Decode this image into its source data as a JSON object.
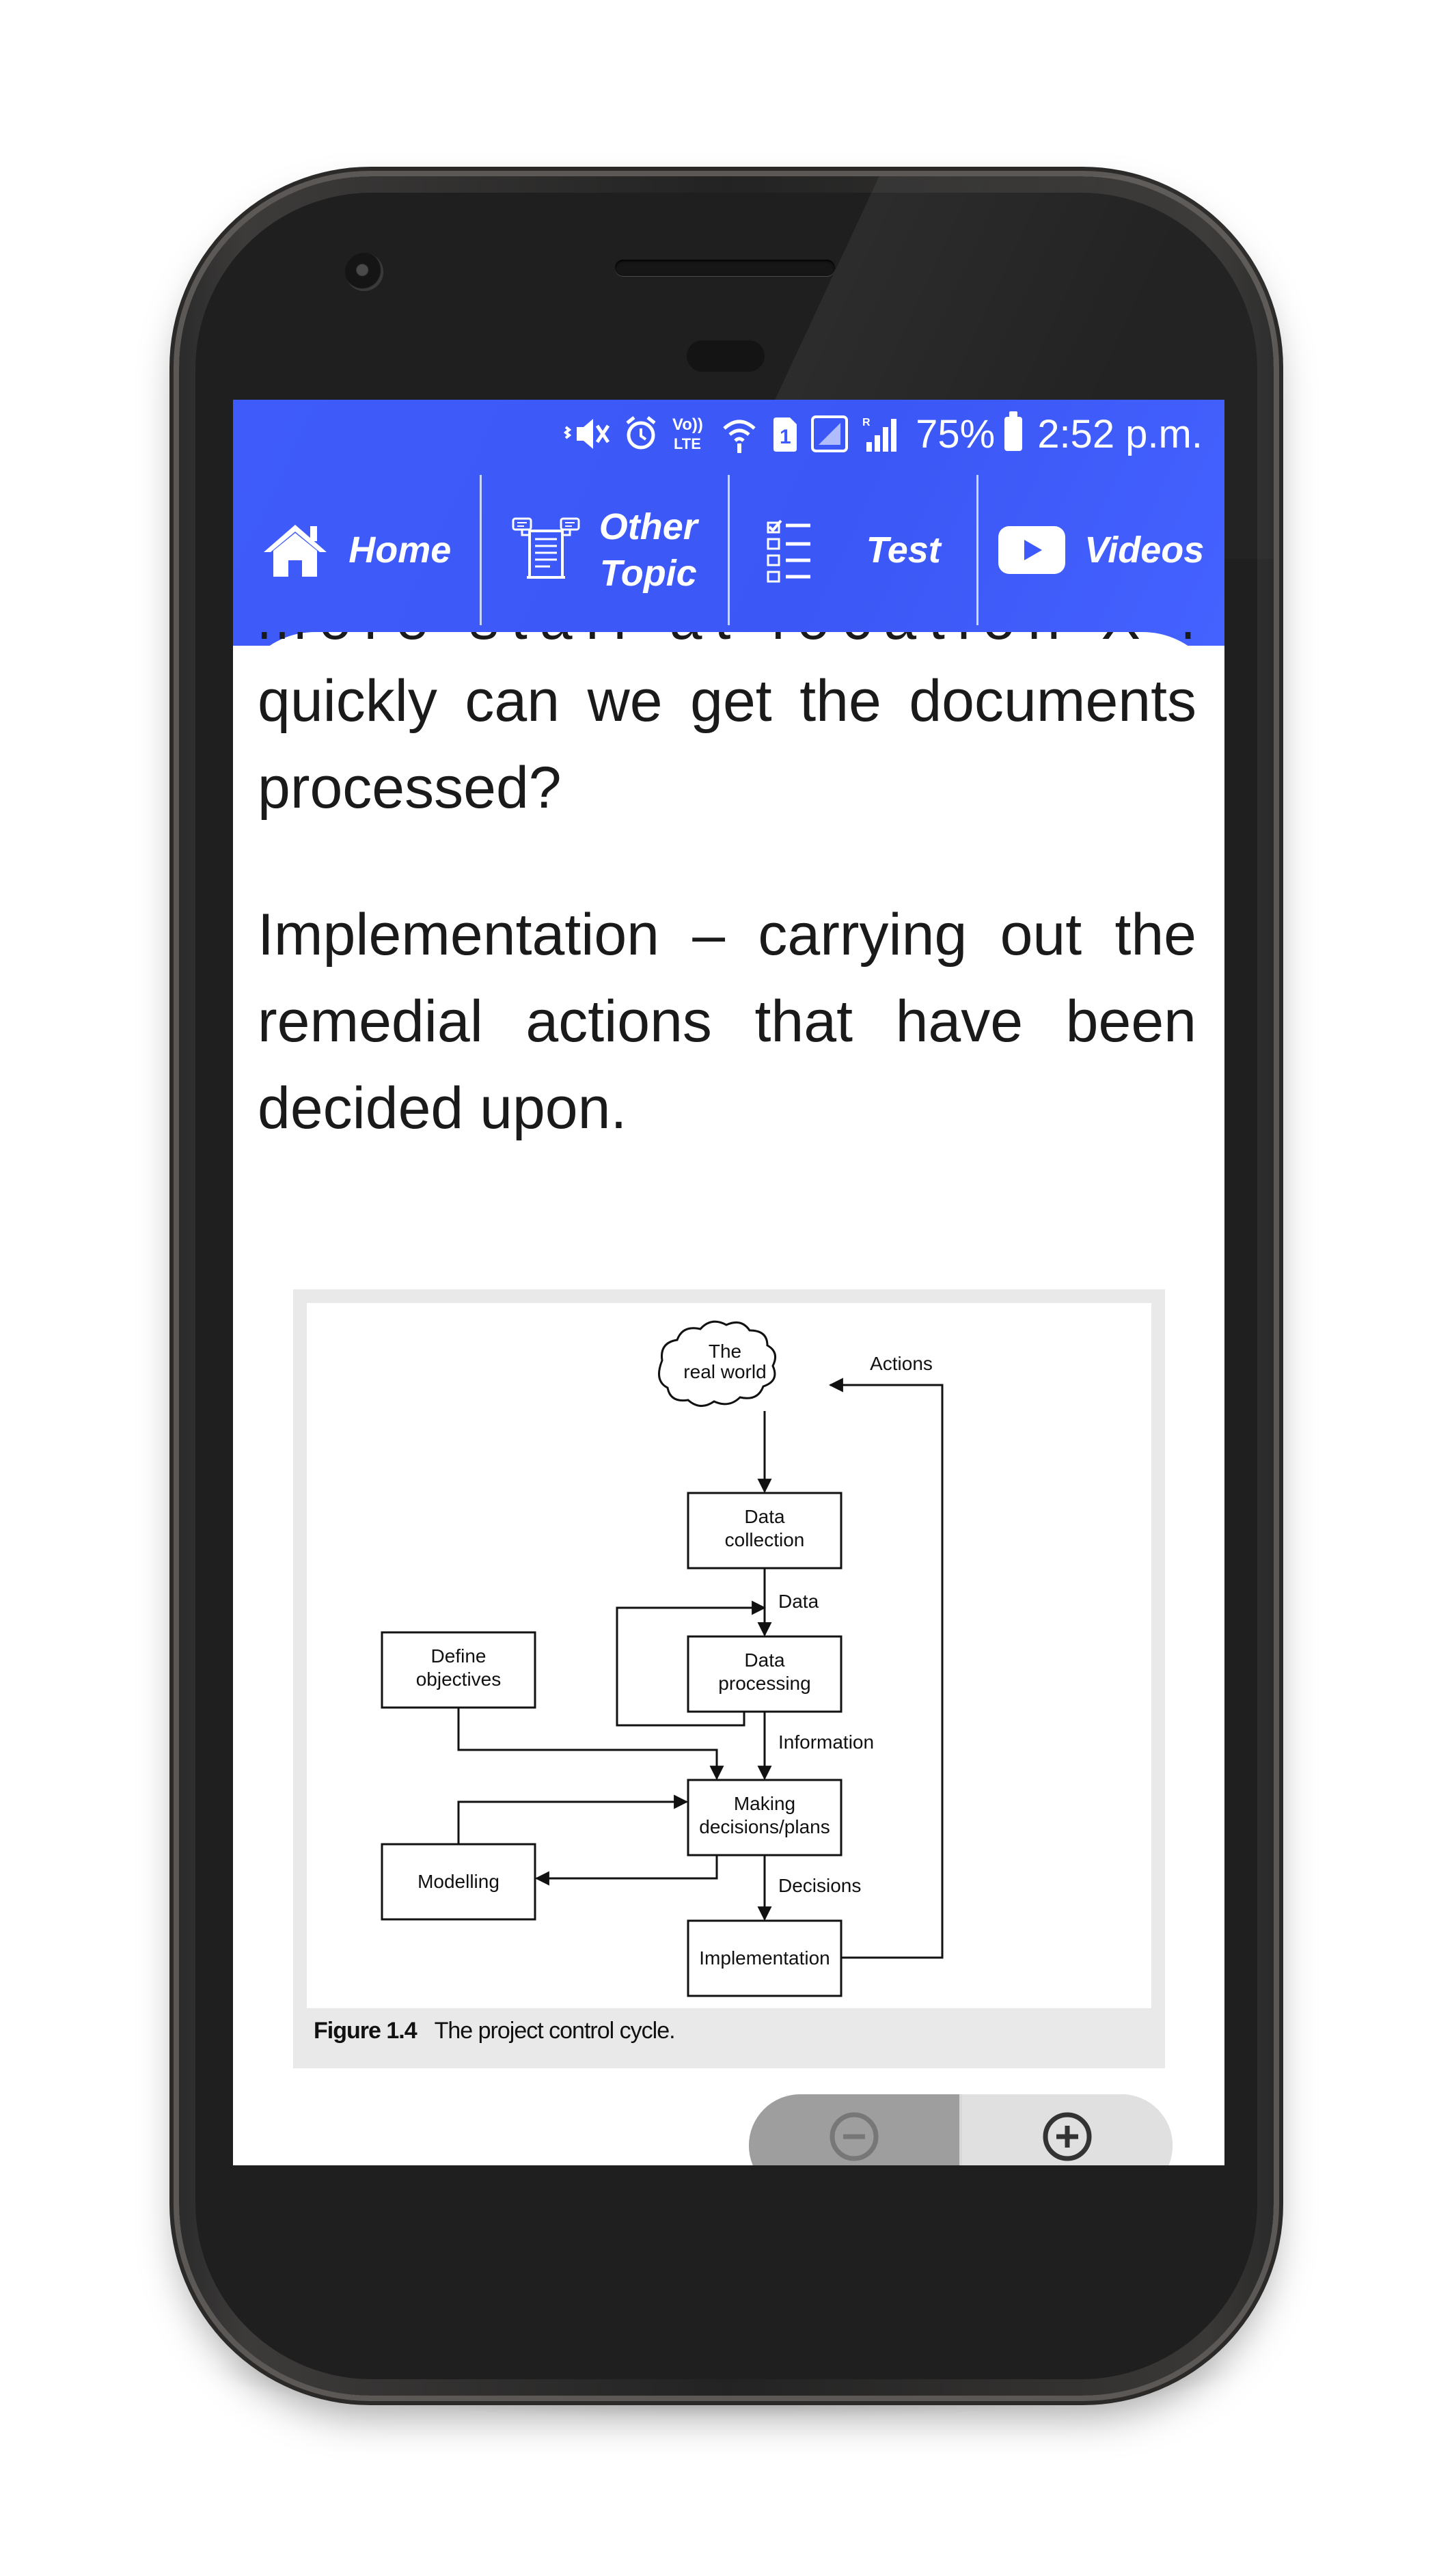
{
  "status_bar": {
    "battery": "75%",
    "time": "2:52 p.m.",
    "volte_label": "Vo)) LTE",
    "sim_label": "1",
    "icons": [
      "vibrate-mute-icon",
      "alarm-icon",
      "volte-icon",
      "wifi-icon",
      "sim-icon",
      "signal-empty-icon",
      "signal-icon",
      "battery-icon"
    ]
  },
  "nav": {
    "home": {
      "label": "Home",
      "icon": "home-icon"
    },
    "other_topic": {
      "label_line1": "Other",
      "label_line2": "Topic",
      "icon": "document-icon"
    },
    "test": {
      "label": "Test",
      "icon": "checklist-icon"
    },
    "videos": {
      "label": "Videos",
      "icon": "play-icon"
    }
  },
  "article": {
    "clipped_line": "more staff at location X how",
    "paragraph1": "quickly can we get the documents processed?",
    "paragraph2": "Implementation – carrying out the remedial actions that have been decided upon."
  },
  "figure": {
    "caption_label": "Figure 1.4",
    "caption_text": "The project control cycle.",
    "nodes": {
      "real_world_line1": "The",
      "real_world_line2": "real world",
      "data_collection_line1": "Data",
      "data_collection_line2": "collection",
      "data_processing_line1": "Data",
      "data_processing_line2": "processing",
      "define_objectives_line1": "Define",
      "define_objectives_line2": "objectives",
      "making_decisions_line1": "Making",
      "making_decisions_line2": "decisions/plans",
      "modelling": "Modelling",
      "implementation": "Implementation"
    },
    "edges": {
      "actions": "Actions",
      "data": "Data",
      "information": "Information",
      "decisions": "Decisions"
    }
  },
  "zoom": {
    "out_icon": "zoom-out-icon",
    "in_icon": "zoom-in-icon"
  }
}
